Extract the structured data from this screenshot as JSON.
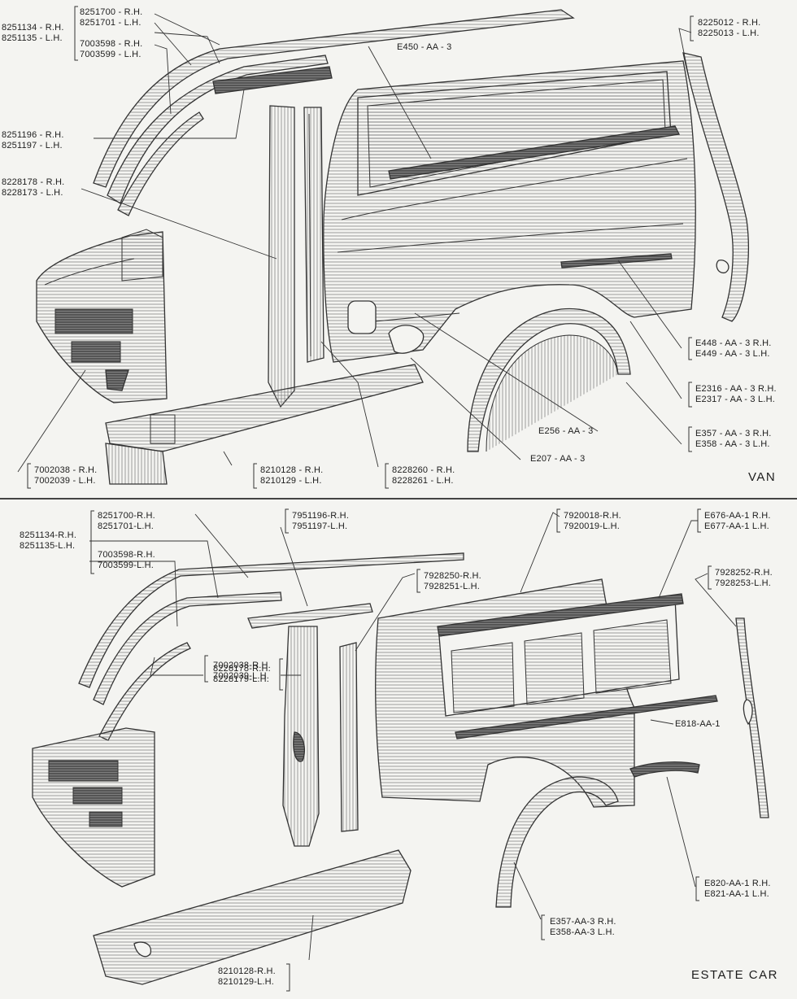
{
  "sections": {
    "van": "VAN",
    "estate": "ESTATE CAR"
  },
  "van_labels": {
    "roof_rail": [
      "8251700 - R.H.",
      "8251701 - L.H."
    ],
    "roof_rail_outer": [
      "8251134 - R.H.",
      "8251135 - L.H."
    ],
    "cant_rail": [
      "7003598 - R.H.",
      "7003599 - L.H."
    ],
    "drip": [
      "8251196 - R.H.",
      "8251197 - L.H."
    ],
    "b_post": [
      "8228178 - R.H.",
      "8228173 - L.H."
    ],
    "roof_strip": [
      "E450 - AA - 3"
    ],
    "rear_corner": [
      "8225012 - R.H.",
      "8225013 - L.H."
    ],
    "waist_strip": [
      "E448 - AA - 3   R.H.",
      "E449 - AA - 3   L.H."
    ],
    "lower_strip": [
      "E2316 - AA - 3  R.H.",
      "E2317 - AA - 3  L.H."
    ],
    "wheel_arch": [
      "E357 - AA - 3    R.H.",
      "E358 - AA - 3    L.H."
    ],
    "fuel_pipe": [
      "E256 - AA - 3"
    ],
    "fuel_flap": [
      "E207 - AA - 3"
    ],
    "centre_post": [
      "8228260 - R.H.",
      "8228261 - L.H."
    ],
    "sill": [
      "8210128 - R.H.",
      "8210129 - L.H."
    ],
    "front_pillar": [
      "7002038 - R.H.",
      "7002039 - L.H."
    ]
  },
  "estate_labels": {
    "roof_rail": [
      "8251700-R.H.",
      "8251701-L.H."
    ],
    "roof_rail_outer": [
      "8251134-R.H.",
      "8251135-L.H."
    ],
    "cant_rail": [
      "7003598-R.H.",
      "7003599-L.H."
    ],
    "rear_header": [
      "7951196-R.H.",
      "7951197-L.H."
    ],
    "c_post": [
      "7928250-R.H.",
      "7928251-L.H."
    ],
    "b_post": [
      "8228178-R.H.",
      "8228179-L.H."
    ],
    "side_panel": [
      "7920018-R.H.",
      "7920019-L.H."
    ],
    "top_rail": [
      "E676-AA-1 R.H.",
      "E677-AA-1 L.H."
    ],
    "rear_post": [
      "7928252-R.H.",
      "7928253-L.H."
    ],
    "lower_rail": [
      "E818-AA-1"
    ],
    "front_pillar": [
      "7002038-R.H.",
      "7002039-L.H."
    ],
    "arch_strip": [
      "E820-AA-1 R.H.",
      "E821-AA-1 L.H."
    ],
    "wheel_arch": [
      "E357-AA-3 R.H.",
      "E358-AA-3 L.H."
    ],
    "sill": [
      "8210128-R.H.",
      "8210129-L.H."
    ]
  }
}
